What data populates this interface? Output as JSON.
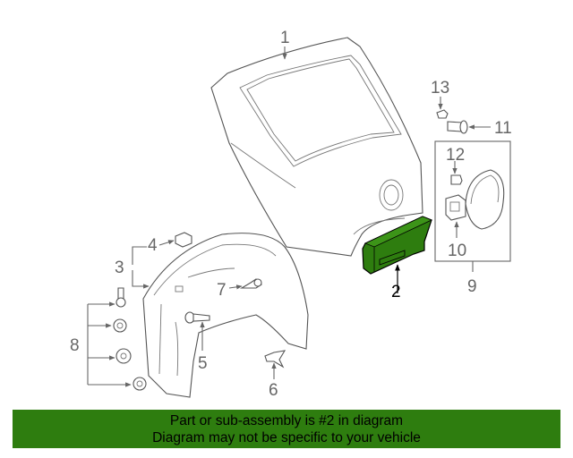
{
  "callouts": {
    "c1": "1",
    "c2": "2",
    "c3": "3",
    "c4": "4",
    "c5": "5",
    "c6": "6",
    "c7": "7",
    "c8": "8",
    "c9": "9",
    "c10": "10",
    "c11": "11",
    "c12": "12",
    "c13": "13"
  },
  "banner": {
    "line1": "Part or sub-assembly is #2 in diagram",
    "line2": "Diagram may not be specific to your vehicle"
  },
  "colors": {
    "highlight_part": "#2e7d0f",
    "banner_background": "#2e7d0f",
    "banner_text": "#000000"
  }
}
